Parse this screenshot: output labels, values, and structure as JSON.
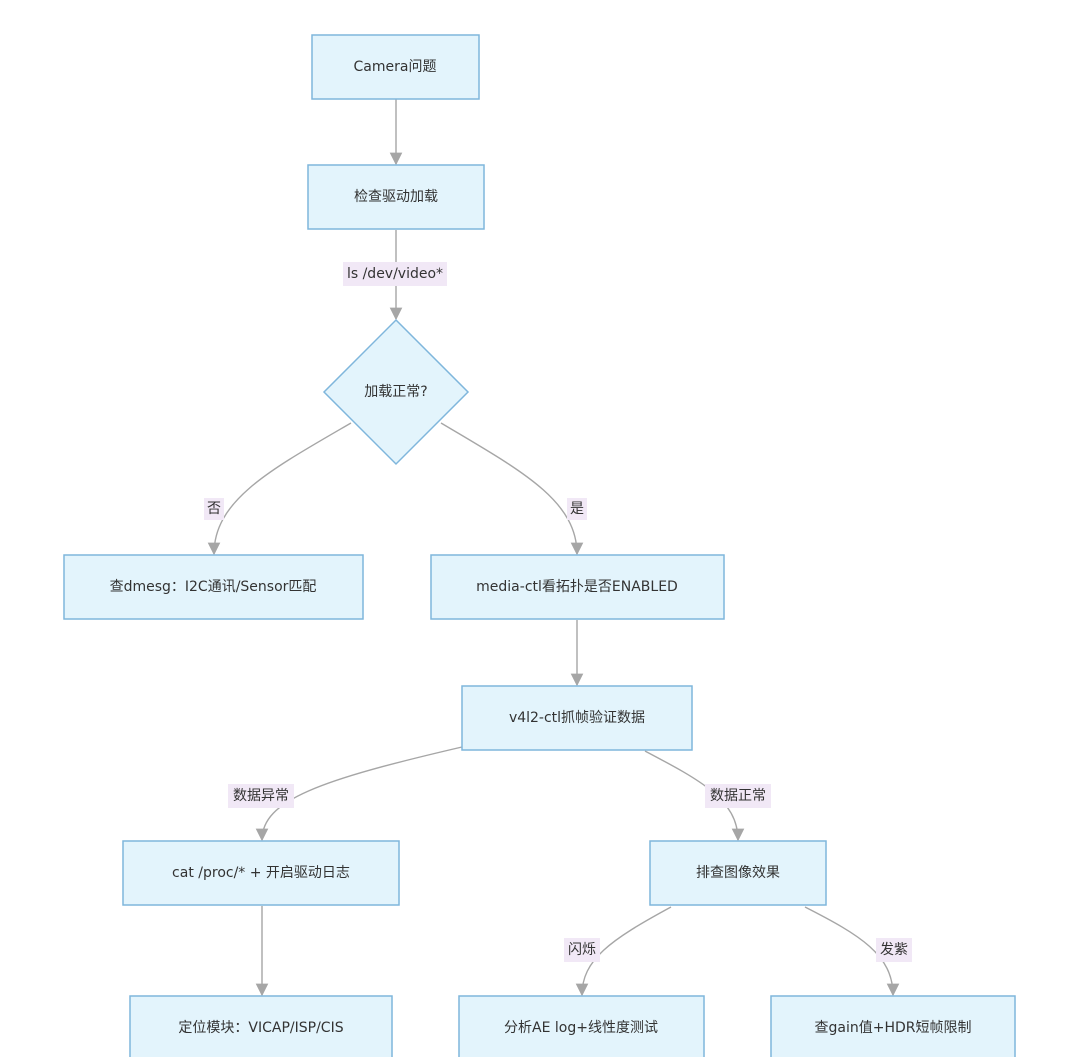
{
  "nodes": {
    "camera": "Camera问题",
    "check_driver": "检查驱动加载",
    "load_ok": "加载正常?",
    "dmesg": "查dmesg：I2C通讯/Sensor匹配",
    "media_ctl": "media-ctl看拓扑是否ENABLED",
    "v4l2": "v4l2-ctl抓帧验证数据",
    "cat_proc": "cat /proc/* + 开启驱动日志",
    "image_effect": "排查图像效果",
    "locate": "定位模块：VICAP/ISP/CIS",
    "analyze_ae": "分析AE log+线性度测试",
    "check_gain": "查gain值+HDR短帧限制"
  },
  "edge_labels": {
    "ls_dev": "ls /dev/video*",
    "no": "否",
    "yes": "是",
    "data_abnormal": "数据异常",
    "data_normal": "数据正常",
    "flicker": "闪烁",
    "purple": "发紫"
  },
  "colors": {
    "node_fill": "#e3f4fc",
    "node_stroke": "#7fb6dc",
    "edge_stroke": "#a6a6a6",
    "label_bg": "#f1e8f6"
  }
}
